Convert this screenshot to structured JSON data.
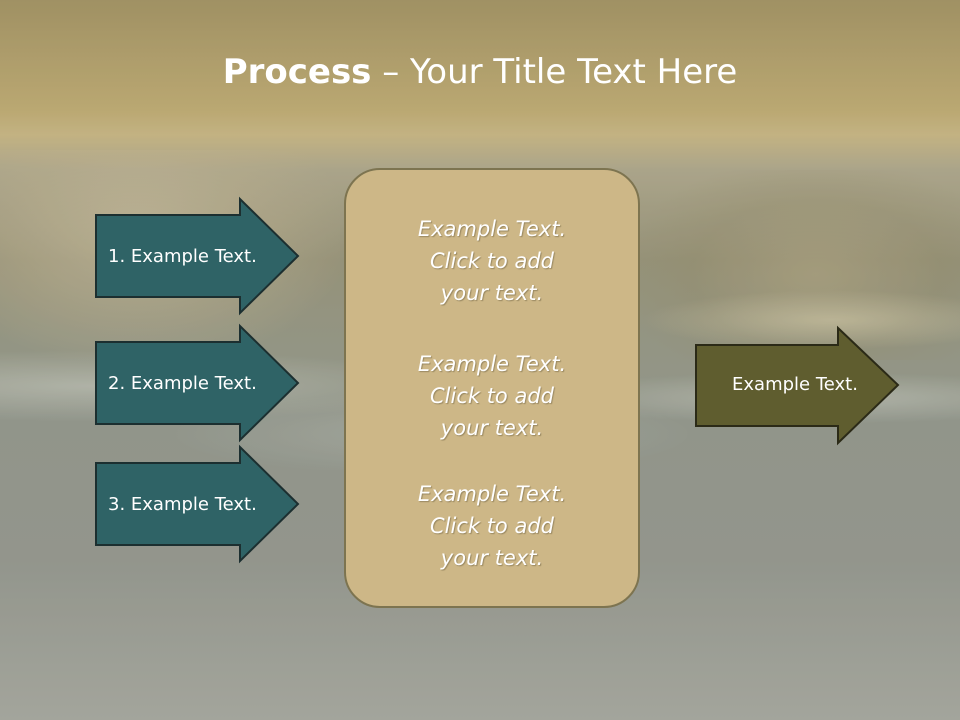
{
  "slide": {
    "title_bold": "Process",
    "title_rest": " – Your Title Text Here",
    "left_arrows": [
      {
        "label": "1. Example Text."
      },
      {
        "label": "2. Example Text."
      },
      {
        "label": "3. Example Text."
      }
    ],
    "center_blocks": [
      {
        "line1": "Example Text.",
        "line2": "Click  to add",
        "line3": "your text."
      },
      {
        "line1": "Example Text.",
        "line2": "Click  to add",
        "line3": "your text."
      },
      {
        "line1": "Example Text.",
        "line2": "Click  to add",
        "line3": "your text."
      }
    ],
    "right_arrow": {
      "label": "Example Text."
    }
  },
  "colors": {
    "left_arrow_fill": "#2f6366",
    "right_arrow_fill": "#5f5d2f",
    "center_box_fill": "#cdb787",
    "title_band": "#b9a46a"
  }
}
